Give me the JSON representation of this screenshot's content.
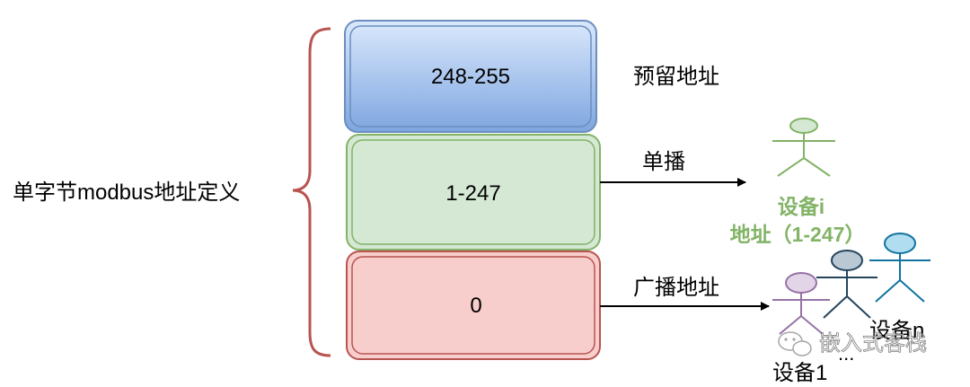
{
  "left_label": "单字节modbus地址定义",
  "boxes": {
    "reserved": {
      "range": "248-255",
      "note": "预留地址"
    },
    "unicast": {
      "range": "1-247",
      "arrow_label": "单播"
    },
    "broadcast": {
      "range": "0",
      "arrow_label": "广播地址"
    }
  },
  "actors": {
    "device_i_line1": "设备i",
    "device_i_line2": "地址（1-247）",
    "device_1": "设备1",
    "device_n": "设备n",
    "ellipsis": "..."
  },
  "watermark": "嵌入式客栈",
  "colors": {
    "blue_fill": "#6f99db",
    "blue_stroke": "#6c8ebf",
    "green_fill": "#d5e8d4",
    "green_stroke": "#82b366",
    "red_fill": "#f8cecc",
    "red_stroke": "#b85450",
    "brace": "#b85450",
    "purple_fill": "#e1d5e7",
    "purple_stroke": "#9673a6",
    "slate_fill": "#bac8d3",
    "slate_stroke": "#23445d",
    "cyan_fill": "#b1ddf0",
    "cyan_stroke": "#10739e"
  }
}
